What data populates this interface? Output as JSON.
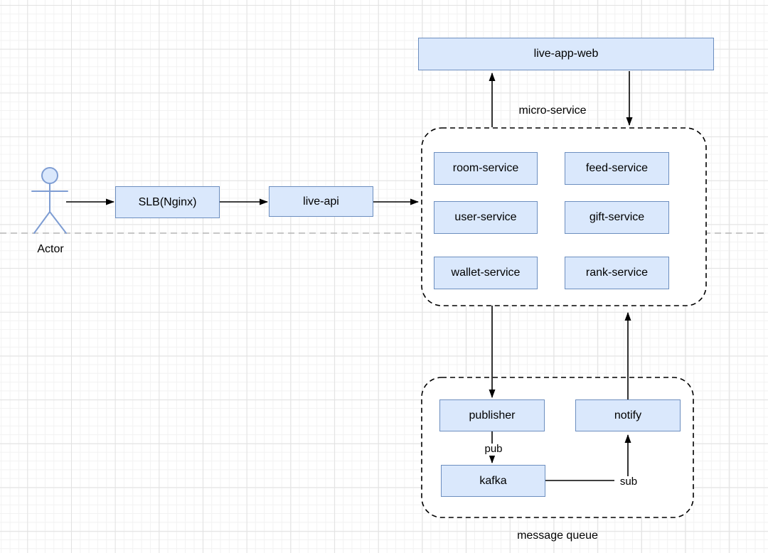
{
  "diagram": {
    "actor": {
      "label": "Actor"
    },
    "nodes": {
      "slb": {
        "label": "SLB(Nginx)"
      },
      "live_api": {
        "label": "live-api"
      },
      "live_app_web": {
        "label": "live-app-web"
      },
      "room_service": {
        "label": "room-service"
      },
      "feed_service": {
        "label": "feed-service"
      },
      "user_service": {
        "label": "user-service"
      },
      "gift_service": {
        "label": "gift-service"
      },
      "wallet_service": {
        "label": "wallet-service"
      },
      "rank_service": {
        "label": "rank-service"
      },
      "publisher": {
        "label": "publisher"
      },
      "notify": {
        "label": "notify"
      },
      "kafka": {
        "label": "kafka"
      }
    },
    "groups": {
      "micro_service": {
        "label": "micro-service"
      },
      "message_queue": {
        "label": "message queue"
      }
    },
    "edge_labels": {
      "pub": "pub",
      "sub": "sub"
    },
    "colors": {
      "canvas_bg": "#ffffff",
      "grid_minor": "#f2f2f2",
      "grid_major": "#e2e2e2",
      "node_fill": "#dae8fc",
      "node_border": "#6c8ebf",
      "actor_stroke": "#7e9dd3",
      "edge_stroke": "#000000",
      "group_border": "#000000",
      "lane_divider": "#b5b5b5"
    }
  }
}
